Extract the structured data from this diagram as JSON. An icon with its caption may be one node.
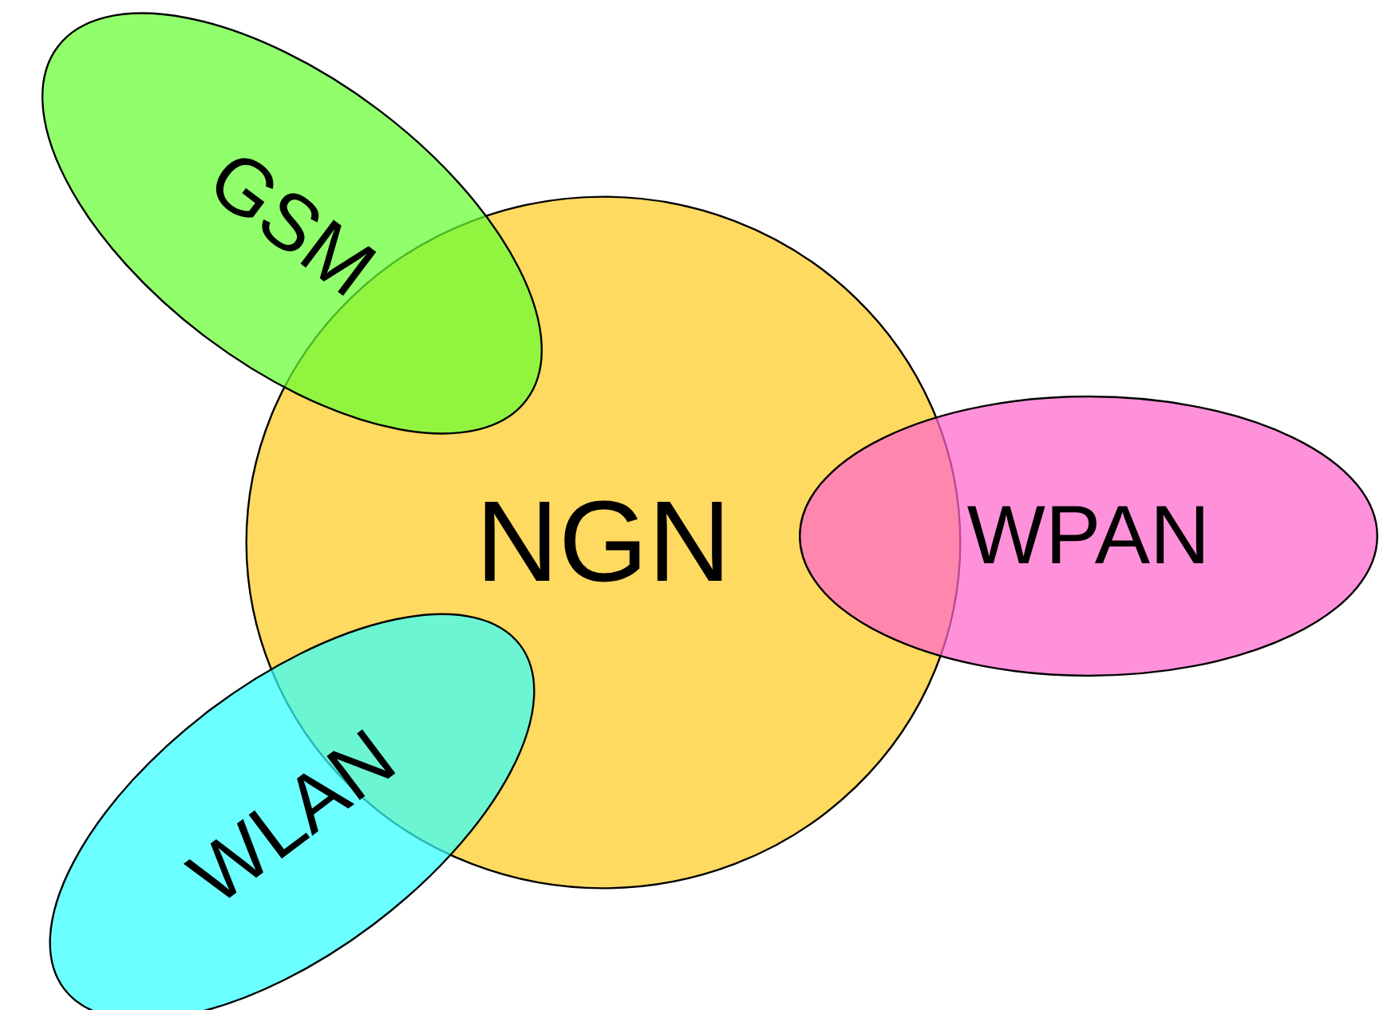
{
  "diagram": {
    "nodes": [
      {
        "text": [
          "GSM"
        ]
      },
      {
        "text": [
          "NGN"
        ]
      },
      {
        "text": [
          "WPAN"
        ]
      },
      {
        "text": [
          "WLAN"
        ]
      }
    ]
  }
}
